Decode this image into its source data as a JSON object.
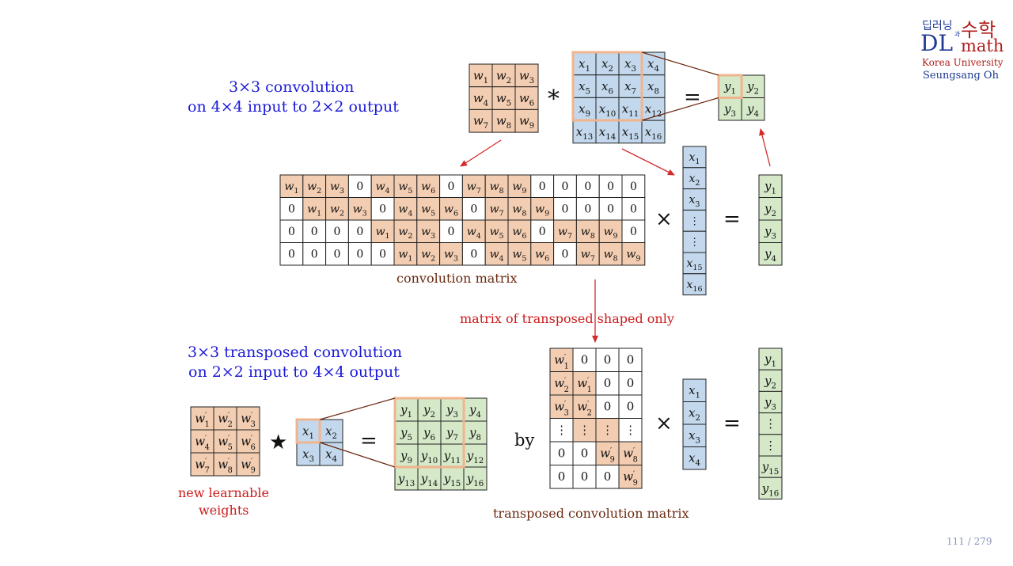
{
  "colors": {
    "orange": "#f3cdb1",
    "blue": "#c3d8ec",
    "green": "#d5e8c8",
    "highlight": "#f0b48e",
    "arrow": "#d42a2a",
    "link": "#6b2a12",
    "title_blue": "#1a1ad6",
    "label_red": "#cc1a1a",
    "label_brown": "#6b2a12",
    "logo_red": "#b01c1c",
    "logo_blue": "#1f3a93",
    "page_gray": "#8a96b8"
  },
  "logo": {
    "korean_small": "딥러닝",
    "korean_conj": "과",
    "korean_big": "수학",
    "dl": "DL",
    "math": "math",
    "university": "Korea University",
    "author": "Seungsang Oh"
  },
  "page": {
    "number": "111 / 279"
  },
  "top": {
    "title_line1": "3×3 convolution",
    "title_line2": "on 4×4 input to 2×2 output",
    "op_star": "*",
    "op_eq1": "=",
    "op_times": "×",
    "op_eq2": "=",
    "conv_matrix_label": "convolution matrix"
  },
  "middle": {
    "transposed_note": "matrix of transposed shaped only"
  },
  "bottom": {
    "title_line1": "3×3 transposed convolution",
    "title_line2": "on 2×2 input to 4×4 output",
    "op_star": "★",
    "op_eq1": "=",
    "by": "by",
    "op_times": "×",
    "op_eq2": "=",
    "weights_line1": "new learnable",
    "weights_line2": "weights",
    "tconv_matrix_label": "transposed convolution matrix"
  },
  "grids": {
    "kernel": {
      "cols": 3,
      "cells": [
        {
          "t": "w",
          "s": "1",
          "c": "o"
        },
        {
          "t": "w",
          "s": "2",
          "c": "o"
        },
        {
          "t": "w",
          "s": "3",
          "c": "o"
        },
        {
          "t": "w",
          "s": "4",
          "c": "o"
        },
        {
          "t": "w",
          "s": "5",
          "c": "o"
        },
        {
          "t": "w",
          "s": "6",
          "c": "o"
        },
        {
          "t": "w",
          "s": "7",
          "c": "o"
        },
        {
          "t": "w",
          "s": "8",
          "c": "o"
        },
        {
          "t": "w",
          "s": "9",
          "c": "o"
        }
      ]
    },
    "input": {
      "cols": 4,
      "cells": [
        {
          "t": "x",
          "s": "1",
          "c": "b"
        },
        {
          "t": "x",
          "s": "2",
          "c": "b"
        },
        {
          "t": "x",
          "s": "3",
          "c": "b"
        },
        {
          "t": "x",
          "s": "4",
          "c": "b"
        },
        {
          "t": "x",
          "s": "5",
          "c": "b"
        },
        {
          "t": "x",
          "s": "6",
          "c": "b"
        },
        {
          "t": "x",
          "s": "7",
          "c": "b"
        },
        {
          "t": "x",
          "s": "8",
          "c": "b"
        },
        {
          "t": "x",
          "s": "9",
          "c": "b"
        },
        {
          "t": "x",
          "s": "10",
          "c": "b"
        },
        {
          "t": "x",
          "s": "11",
          "c": "b"
        },
        {
          "t": "x",
          "s": "12",
          "c": "b"
        },
        {
          "t": "x",
          "s": "13",
          "c": "b"
        },
        {
          "t": "x",
          "s": "14",
          "c": "b"
        },
        {
          "t": "x",
          "s": "15",
          "c": "b"
        },
        {
          "t": "x",
          "s": "16",
          "c": "b"
        }
      ]
    },
    "output": {
      "cols": 2,
      "cells": [
        {
          "t": "y",
          "s": "1",
          "c": "h"
        },
        {
          "t": "y",
          "s": "2",
          "c": "g"
        },
        {
          "t": "y",
          "s": "3",
          "c": "g"
        },
        {
          "t": "y",
          "s": "4",
          "c": "g"
        }
      ]
    },
    "conv_matrix": {
      "cols": 16,
      "cells": [
        {
          "t": "w",
          "s": "1",
          "c": "o"
        },
        {
          "t": "w",
          "s": "2",
          "c": "o"
        },
        {
          "t": "w",
          "s": "3",
          "c": "o"
        },
        {
          "t": "0",
          "c": "w"
        },
        {
          "t": "w",
          "s": "4",
          "c": "o"
        },
        {
          "t": "w",
          "s": "5",
          "c": "o"
        },
        {
          "t": "w",
          "s": "6",
          "c": "o"
        },
        {
          "t": "0",
          "c": "w"
        },
        {
          "t": "w",
          "s": "7",
          "c": "o"
        },
        {
          "t": "w",
          "s": "8",
          "c": "o"
        },
        {
          "t": "w",
          "s": "9",
          "c": "o"
        },
        {
          "t": "0",
          "c": "w"
        },
        {
          "t": "0",
          "c": "w"
        },
        {
          "t": "0",
          "c": "w"
        },
        {
          "t": "0",
          "c": "w"
        },
        {
          "t": "0",
          "c": "w"
        },
        {
          "t": "0",
          "c": "w"
        },
        {
          "t": "w",
          "s": "1",
          "c": "o"
        },
        {
          "t": "w",
          "s": "2",
          "c": "o"
        },
        {
          "t": "w",
          "s": "3",
          "c": "o"
        },
        {
          "t": "0",
          "c": "w"
        },
        {
          "t": "w",
          "s": "4",
          "c": "o"
        },
        {
          "t": "w",
          "s": "5",
          "c": "o"
        },
        {
          "t": "w",
          "s": "6",
          "c": "o"
        },
        {
          "t": "0",
          "c": "w"
        },
        {
          "t": "w",
          "s": "7",
          "c": "o"
        },
        {
          "t": "w",
          "s": "8",
          "c": "o"
        },
        {
          "t": "w",
          "s": "9",
          "c": "o"
        },
        {
          "t": "0",
          "c": "w"
        },
        {
          "t": "0",
          "c": "w"
        },
        {
          "t": "0",
          "c": "w"
        },
        {
          "t": "0",
          "c": "w"
        },
        {
          "t": "0",
          "c": "w"
        },
        {
          "t": "0",
          "c": "w"
        },
        {
          "t": "0",
          "c": "w"
        },
        {
          "t": "0",
          "c": "w"
        },
        {
          "t": "w",
          "s": "1",
          "c": "o"
        },
        {
          "t": "w",
          "s": "2",
          "c": "o"
        },
        {
          "t": "w",
          "s": "3",
          "c": "o"
        },
        {
          "t": "0",
          "c": "w"
        },
        {
          "t": "w",
          "s": "4",
          "c": "o"
        },
        {
          "t": "w",
          "s": "5",
          "c": "o"
        },
        {
          "t": "w",
          "s": "6",
          "c": "o"
        },
        {
          "t": "0",
          "c": "w"
        },
        {
          "t": "w",
          "s": "7",
          "c": "o"
        },
        {
          "t": "w",
          "s": "8",
          "c": "o"
        },
        {
          "t": "w",
          "s": "9",
          "c": "o"
        },
        {
          "t": "0",
          "c": "w"
        },
        {
          "t": "0",
          "c": "w"
        },
        {
          "t": "0",
          "c": "w"
        },
        {
          "t": "0",
          "c": "w"
        },
        {
          "t": "0",
          "c": "w"
        },
        {
          "t": "0",
          "c": "w"
        },
        {
          "t": "w",
          "s": "1",
          "c": "o"
        },
        {
          "t": "w",
          "s": "2",
          "c": "o"
        },
        {
          "t": "w",
          "s": "3",
          "c": "o"
        },
        {
          "t": "0",
          "c": "w"
        },
        {
          "t": "w",
          "s": "4",
          "c": "o"
        },
        {
          "t": "w",
          "s": "5",
          "c": "o"
        },
        {
          "t": "w",
          "s": "6",
          "c": "o"
        },
        {
          "t": "0",
          "c": "w"
        },
        {
          "t": "w",
          "s": "7",
          "c": "o"
        },
        {
          "t": "w",
          "s": "8",
          "c": "o"
        },
        {
          "t": "w",
          "s": "9",
          "c": "o"
        }
      ]
    },
    "x_vec": {
      "cols": 1,
      "cells": [
        {
          "t": "x",
          "s": "1",
          "c": "b"
        },
        {
          "t": "x",
          "s": "2",
          "c": "b"
        },
        {
          "t": "x",
          "s": "3",
          "c": "b"
        },
        {
          "t": "⋮",
          "c": "b"
        },
        {
          "t": "⋮",
          "c": "b"
        },
        {
          "t": "x",
          "s": "15",
          "c": "b"
        },
        {
          "t": "x",
          "s": "16",
          "c": "b"
        }
      ]
    },
    "y_vec": {
      "cols": 1,
      "cells": [
        {
          "t": "y",
          "s": "1",
          "c": "g"
        },
        {
          "t": "y",
          "s": "2",
          "c": "g"
        },
        {
          "t": "y",
          "s": "3",
          "c": "g"
        },
        {
          "t": "y",
          "s": "4",
          "c": "g"
        }
      ]
    },
    "kernel_prime": {
      "cols": 3,
      "cells": [
        {
          "t": "w",
          "s": "1",
          "p": true,
          "c": "o"
        },
        {
          "t": "w",
          "s": "2",
          "p": true,
          "c": "o"
        },
        {
          "t": "w",
          "s": "3",
          "p": true,
          "c": "o"
        },
        {
          "t": "w",
          "s": "4",
          "p": true,
          "c": "o"
        },
        {
          "t": "w",
          "s": "5",
          "p": true,
          "c": "o"
        },
        {
          "t": "w",
          "s": "6",
          "p": true,
          "c": "o"
        },
        {
          "t": "w",
          "s": "7",
          "p": true,
          "c": "o"
        },
        {
          "t": "w",
          "s": "8",
          "p": true,
          "c": "o"
        },
        {
          "t": "w",
          "s": "9",
          "p": true,
          "c": "o"
        }
      ]
    },
    "small_input": {
      "cols": 2,
      "cells": [
        {
          "t": "x",
          "s": "1",
          "c": "b"
        },
        {
          "t": "x",
          "s": "2",
          "c": "b"
        },
        {
          "t": "x",
          "s": "3",
          "c": "b"
        },
        {
          "t": "x",
          "s": "4",
          "c": "b"
        }
      ]
    },
    "big_output": {
      "cols": 4,
      "cells": [
        {
          "t": "y",
          "s": "1",
          "c": "g"
        },
        {
          "t": "y",
          "s": "2",
          "c": "g"
        },
        {
          "t": "y",
          "s": "3",
          "c": "g"
        },
        {
          "t": "y",
          "s": "4",
          "c": "g"
        },
        {
          "t": "y",
          "s": "5",
          "c": "g"
        },
        {
          "t": "y",
          "s": "6",
          "c": "g"
        },
        {
          "t": "y",
          "s": "7",
          "c": "g"
        },
        {
          "t": "y",
          "s": "8",
          "c": "g"
        },
        {
          "t": "y",
          "s": "9",
          "c": "g"
        },
        {
          "t": "y",
          "s": "10",
          "c": "g"
        },
        {
          "t": "y",
          "s": "11",
          "c": "g"
        },
        {
          "t": "y",
          "s": "12",
          "c": "g"
        },
        {
          "t": "y",
          "s": "13",
          "c": "g"
        },
        {
          "t": "y",
          "s": "14",
          "c": "g"
        },
        {
          "t": "y",
          "s": "15",
          "c": "g"
        },
        {
          "t": "y",
          "s": "16",
          "c": "g"
        }
      ]
    },
    "tconv_matrix": {
      "cols": 4,
      "cells": [
        {
          "t": "w",
          "s": "1",
          "p": true,
          "c": "o"
        },
        {
          "t": "0",
          "c": "w"
        },
        {
          "t": "0",
          "c": "w"
        },
        {
          "t": "0",
          "c": "w"
        },
        {
          "t": "w",
          "s": "2",
          "p": true,
          "c": "o"
        },
        {
          "t": "w",
          "s": "1",
          "p": true,
          "c": "o"
        },
        {
          "t": "0",
          "c": "w"
        },
        {
          "t": "0",
          "c": "w"
        },
        {
          "t": "w",
          "s": "3",
          "p": true,
          "c": "o"
        },
        {
          "t": "w",
          "s": "2",
          "p": true,
          "c": "o"
        },
        {
          "t": "0",
          "c": "w"
        },
        {
          "t": "0",
          "c": "w"
        },
        {
          "t": "⋮",
          "c": "w"
        },
        {
          "t": "⋮",
          "c": "o"
        },
        {
          "t": "⋮",
          "c": "o"
        },
        {
          "t": "⋮",
          "c": "w"
        },
        {
          "t": "0",
          "c": "w"
        },
        {
          "t": "0",
          "c": "w"
        },
        {
          "t": "w",
          "s": "9",
          "p": true,
          "c": "o"
        },
        {
          "t": "w",
          "s": "8",
          "p": true,
          "c": "o"
        },
        {
          "t": "0",
          "c": "w"
        },
        {
          "t": "0",
          "c": "w"
        },
        {
          "t": "0",
          "c": "w"
        },
        {
          "t": "w",
          "s": "9",
          "p": true,
          "c": "o"
        }
      ]
    },
    "x4_vec": {
      "cols": 1,
      "cells": [
        {
          "t": "x",
          "s": "1",
          "c": "b"
        },
        {
          "t": "x",
          "s": "2",
          "c": "b"
        },
        {
          "t": "x",
          "s": "3",
          "c": "b"
        },
        {
          "t": "x",
          "s": "4",
          "c": "b"
        }
      ]
    },
    "y16_vec": {
      "cols": 1,
      "cells": [
        {
          "t": "y",
          "s": "1",
          "c": "g"
        },
        {
          "t": "y",
          "s": "2",
          "c": "g"
        },
        {
          "t": "y",
          "s": "3",
          "c": "g"
        },
        {
          "t": "⋮",
          "c": "g"
        },
        {
          "t": "⋮",
          "c": "g"
        },
        {
          "t": "y",
          "s": "15",
          "c": "g"
        },
        {
          "t": "y",
          "s": "16",
          "c": "g"
        }
      ]
    }
  }
}
